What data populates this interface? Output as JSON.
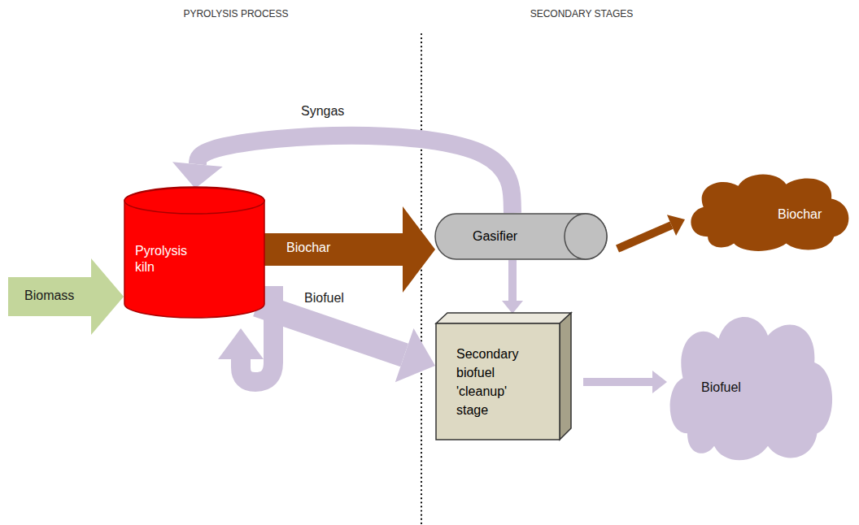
{
  "diagram": {
    "nodes": [
      {
        "text": [
          "Pyrolysis kiln"
        ]
      },
      {
        "text": [
          "Gasifier"
        ]
      },
      {
        "text": [
          "Secondary biofuel 'cleanup' stage"
        ]
      },
      {
        "text": [
          "Biochar"
        ]
      },
      {
        "text": [
          "Biofuel"
        ]
      }
    ],
    "edges": [
      {
        "from": 0,
        "to": 1,
        "label": "Biochar",
        "arrow": "to"
      },
      {
        "from": 1,
        "to": 0,
        "label": "Syngas",
        "arrow": "to"
      },
      {
        "from": 0,
        "to": 2,
        "label": "Biofuel",
        "arrow": "to"
      },
      {
        "from": 1,
        "to": 2,
        "arrow": "to"
      },
      {
        "from": 1,
        "to": 3,
        "arrow": "to"
      },
      {
        "from": 2,
        "to": 4,
        "arrow": "to"
      }
    ],
    "labels": [
      "PYROLYSIS PROCESS",
      "SECONDARY STAGES",
      "Biomass"
    ]
  }
}
